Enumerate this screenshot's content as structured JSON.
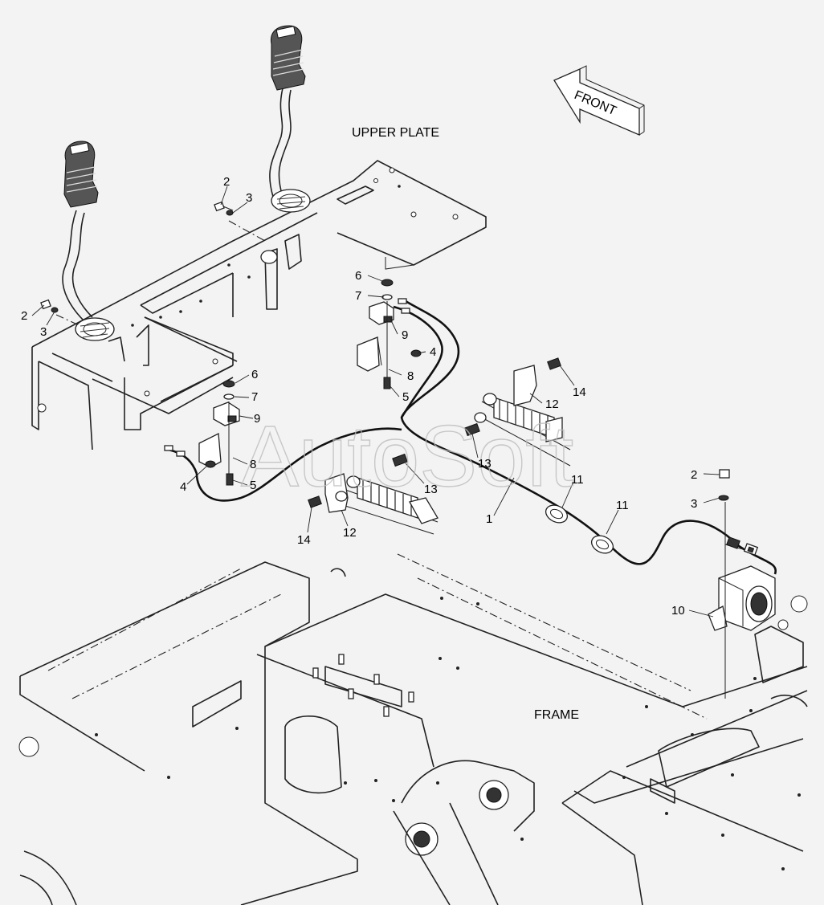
{
  "labels": {
    "upper_plate": "UPPER PLATE",
    "frame": "FRAME",
    "front": "FRONT",
    "watermark": "AutoSoft"
  },
  "callouts": {
    "c1": "1",
    "c2_top": "2",
    "c3_top": "3",
    "c2_left": "2",
    "c3_left": "3",
    "c2_right": "2",
    "c3_right": "3",
    "c4_right": "4",
    "c4_left": "4",
    "c5_right": "5",
    "c5_left": "5",
    "c6_right": "6",
    "c6_left": "6",
    "c7_right": "7",
    "c7_left": "7",
    "c8_right": "8",
    "c8_left": "8",
    "c9_right": "9",
    "c9_left": "9",
    "c10": "10",
    "c11_a": "11",
    "c11_b": "11",
    "c12_top": "12",
    "c12_bottom": "12",
    "c13_top": "13",
    "c13_bottom": "13",
    "c14_top": "14",
    "c14_bottom": "14"
  }
}
